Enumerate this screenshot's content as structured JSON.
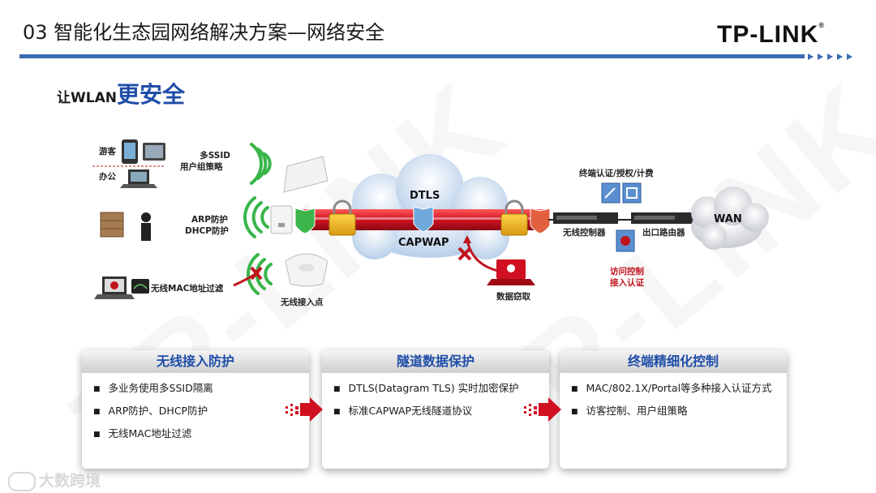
{
  "header": {
    "title": "03 智能化生态园网络解决方案—网络安全",
    "logo": "TP-LINK"
  },
  "watermark_text": "TP-LINK",
  "subtitle": {
    "part1": "让WLAN",
    "part2": "更安全"
  },
  "diagram": {
    "users": {
      "guest": "游客",
      "office": "办公"
    },
    "ap_labels": {
      "multi_ssid_line1": "多SSID",
      "multi_ssid_line2": "用户组策略",
      "arp_line1": "ARP防护",
      "arp_line2": "DHCP防护",
      "mac_filter": "无线MAC地址过滤",
      "ap_point": "无线接入点"
    },
    "tunnel": {
      "top": "DTLS",
      "bottom": "CAPWAP"
    },
    "theft": "数据窃取",
    "devices": {
      "auth": "终端认证/授权/计费",
      "controller": "无线控制器",
      "router": "出口路由器",
      "access_control_line1": "访问控制",
      "access_control_line2": "接入认证",
      "wan": "WAN"
    }
  },
  "cards": [
    {
      "title": "无线接入防护",
      "items": [
        "多业务使用多SSID隔离",
        "ARP防护、DHCP防护",
        "无线MAC地址过滤"
      ]
    },
    {
      "title": "隧道数据保护",
      "items": [
        "DTLS(Datagram TLS) 实时加密保护",
        "标准CAPWAP无线隧道协议"
      ]
    },
    {
      "title": "终端精细化控制",
      "items": [
        "MAC/802.1X/Portal等多种接入认证方式",
        "访客控制、用户组策略"
      ]
    }
  ],
  "footer": {
    "brand": "大数跨境"
  },
  "colors": {
    "accent_blue": "#1f4ea8",
    "rule_blue": "#3b6bb0",
    "alert_red": "#c0141d",
    "tunnel_red": "#d01020"
  }
}
